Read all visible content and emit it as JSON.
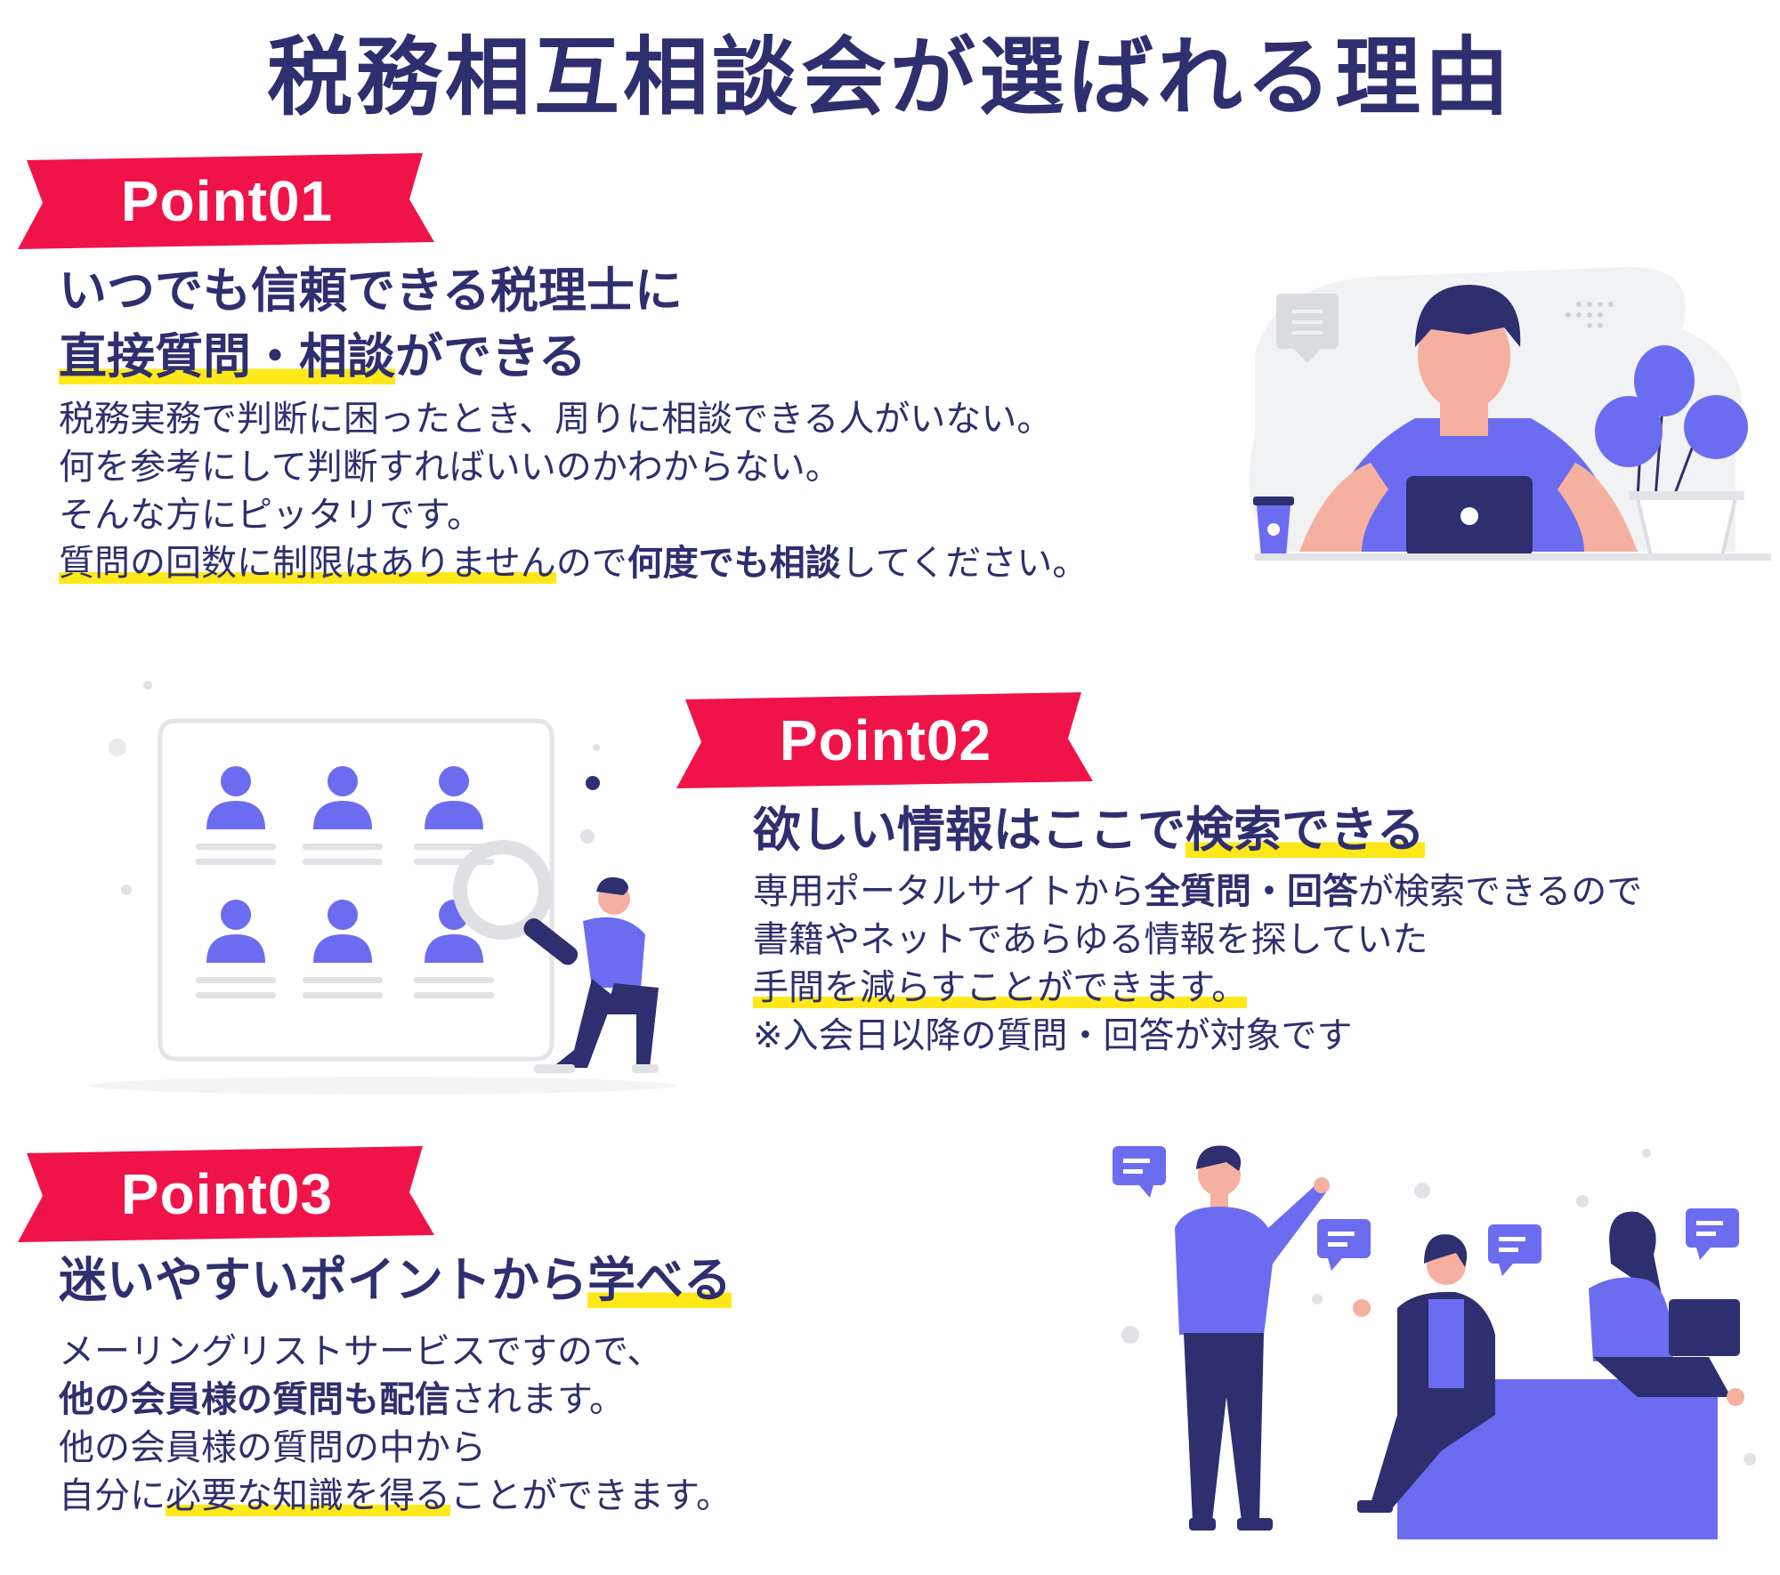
{
  "page": {
    "title": "税務相互相談会が選ばれる理由"
  },
  "colors": {
    "navy": "#2d2f6e",
    "ribbon": "#f0134a",
    "accent": "#6c6cf0",
    "highlight": "#ffe81a"
  },
  "point1": {
    "label": "Point01",
    "heading_a": "いつでも信頼できる税理士に",
    "heading_b_hl": "直接質問・相談",
    "heading_b_rest": "ができる",
    "body_1": "税務実務で判断に困ったとき、周りに相談できる人がいない。",
    "body_2": "何を参考にして判断すればいいのかわからない。",
    "body_3": "そんな方にピッタリです。",
    "body_4_hl": "質問の回数に制限はありません",
    "body_4_a": "ので",
    "body_4_bold": "何度でも相談",
    "body_4_b": "してください。"
  },
  "point2": {
    "label": "Point02",
    "heading_a": "欲しい情報はここで",
    "heading_hl": "検索できる",
    "body_1_a": "専用ポータルサイトから",
    "body_1_bold": "全質問・回答",
    "body_1_b": "が検索できるので",
    "body_2": "書籍やネットであらゆる情報を探していた",
    "body_3_hl": "手間を減らすことができます。",
    "body_4": "※入会日以降の質問・回答が対象です"
  },
  "point3": {
    "label": "Point03",
    "heading_a": "迷いやすいポイントから",
    "heading_hl": "学べる",
    "body_1": "メーリングリストサービスですので、",
    "body_2_bold": "他の会員様の質問も配信",
    "body_2_b": "されます。",
    "body_3": "他の会員様の質問の中から",
    "body_4_a": "自分に",
    "body_4_hl": "必要な知識を得る",
    "body_4_b": "ことができます。"
  }
}
